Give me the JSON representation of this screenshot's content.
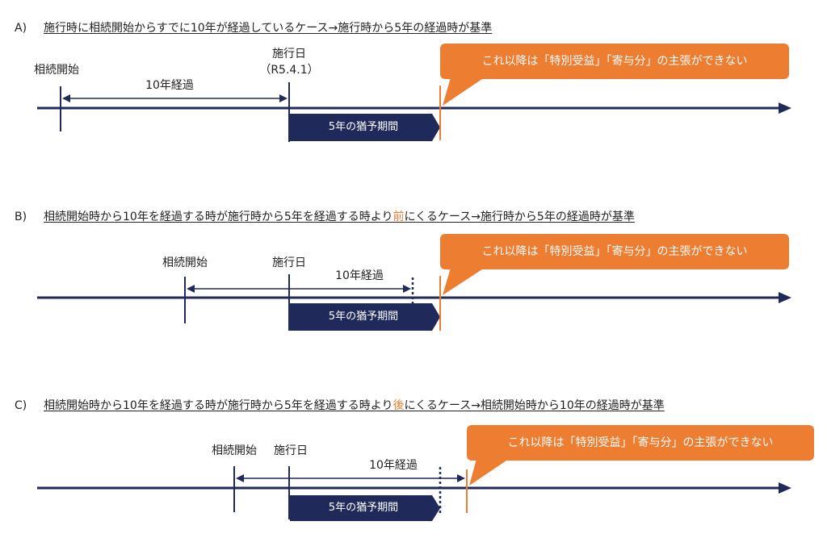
{
  "colors": {
    "navy": "#1F2A5A",
    "orange": "#ED7D31",
    "text": "#222222"
  },
  "panels": [
    {
      "id": "A",
      "prefix": "A)",
      "title_parts": [
        "施行時に相続開始からすでに10年が経過しているケース→施行時から5年の経過時が基準"
      ],
      "start_label": "相続開始",
      "effective_label": "施行日",
      "effective_sub": "（R5.4.1）",
      "span_label": "10年経過",
      "grace_label": "5年の猶予期間",
      "callout": "これ以降は「特別受益」「寄与分」の主張ができない"
    },
    {
      "id": "B",
      "prefix": "B)",
      "title_before": "相続開始時から10年を経過する時が施行時から5年を経過する時より",
      "title_highlight": "前",
      "title_after": "にくるケース→施行時から5年の経過時が基準",
      "start_label": "相続開始",
      "effective_label": "施行日",
      "span_label": "10年経過",
      "grace_label": "5年の猶予期間",
      "callout": "これ以降は「特別受益」「寄与分」の主張ができない"
    },
    {
      "id": "C",
      "prefix": "C)",
      "title_before": "相続開始時から10年を経過する時が施行時から5年を経過する時より",
      "title_highlight": "後",
      "title_after": "にくるケース→相続開始時から10年の経過時が基準",
      "start_label": "相続開始",
      "effective_label": "施行日",
      "span_label": "10年経過",
      "grace_label": "5年の猶予期間",
      "callout": "これ以降は「特別受益」「寄与分」の主張ができない"
    }
  ]
}
